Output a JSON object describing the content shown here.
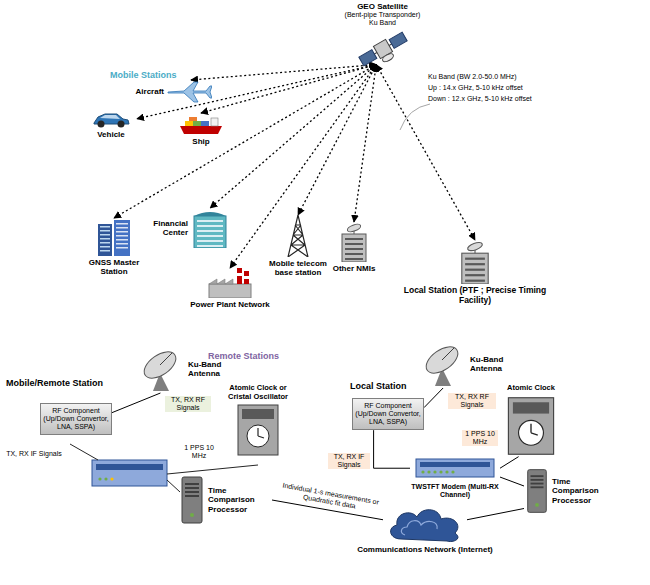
{
  "diagram": {
    "nodes": [
      {
        "text": [
          "GEO Satellite",
          "(Bent-pipe Transponder)",
          "Ku Band"
        ]
      },
      {
        "text": [
          "Mobile Stations"
        ]
      },
      {
        "text": [
          "Aircraft"
        ],
        "in": 1
      },
      {
        "text": [
          "Vehicle"
        ],
        "in": 1
      },
      {
        "text": [
          "Ship"
        ],
        "in": 1
      },
      {
        "text": [
          "Remote Stations"
        ]
      },
      {
        "text": [
          "GNSS Master Station"
        ],
        "in": 5
      },
      {
        "text": [
          "Financial Center"
        ],
        "in": 5
      },
      {
        "text": [
          "Power Plant Network"
        ],
        "in": 5
      },
      {
        "text": [
          "Mobile telecom base station"
        ],
        "in": 5
      },
      {
        "text": [
          "Other NMIs"
        ],
        "in": 5
      },
      {
        "text": [
          "Local Station (PTF ; Precise Timing Facility)"
        ]
      },
      {
        "text": [
          "Mobile/Remote Station"
        ]
      },
      {
        "text": [
          "Ku-Band Antenna"
        ],
        "in": 12
      },
      {
        "text": [
          "RF Component (Up/Down Convertor, LNA, SSPA)"
        ],
        "in": 12
      },
      {
        "text": [
          "Atomic Clock or Cristal Oscillator"
        ],
        "in": 12
      },
      {
        "text": [
          "Time Comparison Processor"
        ],
        "in": 12
      },
      {
        "text": [
          "Local Station"
        ]
      },
      {
        "text": [
          "Ku-Band Antenna"
        ],
        "in": 17
      },
      {
        "text": [
          "RF Component (Up/Down Convertor, LNA, SSPA)"
        ],
        "in": 17
      },
      {
        "text": [
          "Atomic Clock"
        ],
        "in": 17
      },
      {
        "text": [
          "TWSTFT Modem (Multi-RX Channel)"
        ],
        "in": 17
      },
      {
        "text": [
          "Time Comparison Processor"
        ],
        "in": 17
      },
      {
        "text": [
          "Communications Network (Internet)"
        ]
      }
    ],
    "edges": [
      {
        "from": 0,
        "to": 2,
        "arrow": "both"
      },
      {
        "from": 0,
        "to": 3,
        "arrow": "both"
      },
      {
        "from": 0,
        "to": 4,
        "arrow": "both"
      },
      {
        "from": 0,
        "to": 6,
        "arrow": "both"
      },
      {
        "from": 0,
        "to": 7,
        "arrow": "both"
      },
      {
        "from": 0,
        "to": 8,
        "arrow": "both"
      },
      {
        "from": 0,
        "to": 9,
        "arrow": "both"
      },
      {
        "from": 0,
        "to": 10,
        "arrow": "both"
      },
      {
        "from": 0,
        "to": 11,
        "arrow": "both"
      },
      {
        "from": 13,
        "to": 14,
        "label": "TX, RX RF Signals",
        "arrow": "none"
      },
      {
        "from": 18,
        "to": 19,
        "label": "TX, RX RF Signals",
        "arrow": "none"
      },
      {
        "from": 19,
        "to": 21,
        "label": "TX, RX IF Signals",
        "arrow": "none"
      },
      {
        "from": 20,
        "to": 21,
        "label": "1 PPS 10 MHz",
        "arrow": "none"
      },
      {
        "from": 21,
        "to": 22,
        "arrow": "none"
      },
      {
        "from": 16,
        "to": 23,
        "label": "Individual 1-s measurements or Quadratic fit data",
        "arrow": "none"
      },
      {
        "from": 22,
        "to": 23,
        "arrow": "none"
      }
    ],
    "labels": [
      "Ku Band (BW 2.0-50.0 MHz)",
      "Up : 14.x GHz, 5-10 kHz offset",
      "Down : 12.x GHz, 5-10 kHz offset",
      "TX, RX IF Signals",
      "1 PPS 10 MHz"
    ]
  }
}
